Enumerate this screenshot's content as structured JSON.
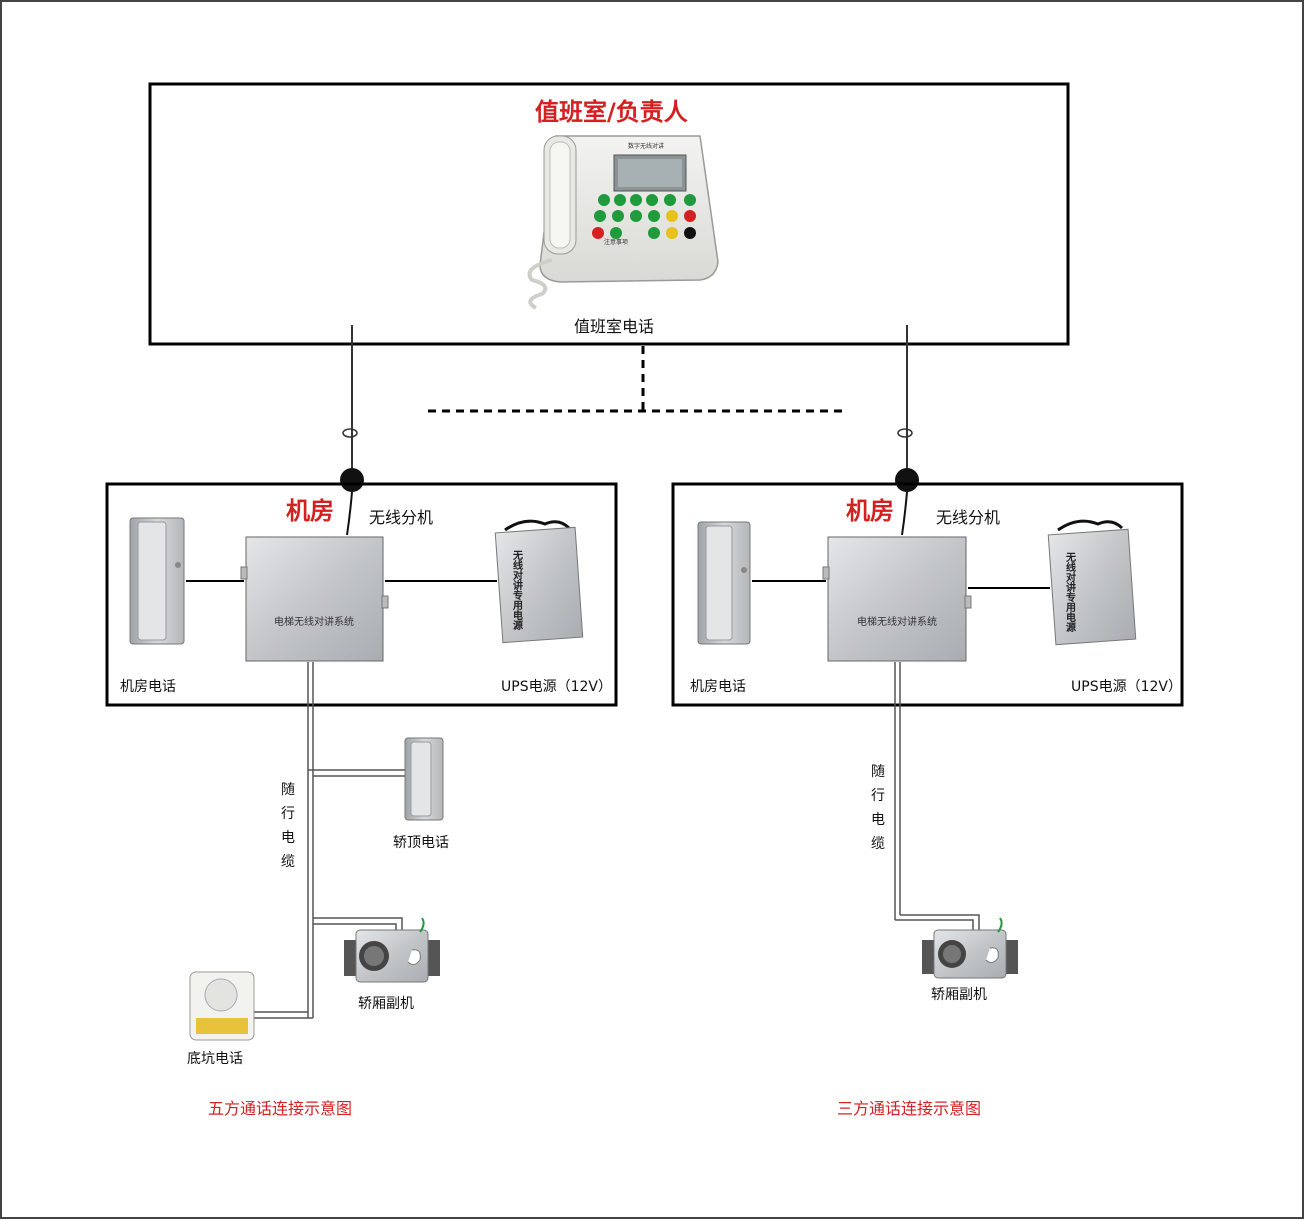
{
  "duty_room": {
    "heading": "值班室/负责人",
    "phone_label": "值班室电话",
    "phone_header_text": "数字无线对讲",
    "phone_note": "注意事项"
  },
  "left_system": {
    "room_title": "机房",
    "wireless_unit_label": "无线分机",
    "machine_room_phone_label": "机房电话",
    "ups_label": "UPS电源（12V）",
    "control_box_text": "电梯无线对讲系统",
    "ups_box_text": "无线对讲专用电源",
    "cable_label": [
      "随",
      "行",
      "电",
      "缆"
    ],
    "car_top_phone_label": "轿顶电话",
    "car_sub_unit_label": "轿厢副机",
    "pit_phone_label": "底坑电话",
    "caption": "五方通话连接示意图"
  },
  "right_system": {
    "room_title": "机房",
    "wireless_unit_label": "无线分机",
    "machine_room_phone_label": "机房电话",
    "ups_label": "UPS电源（12V）",
    "control_box_text": "电梯无线对讲系统",
    "ups_box_text": "无线对讲专用电源",
    "cable_label": [
      "随",
      "行",
      "电",
      "缆"
    ],
    "car_sub_unit_label": "轿厢副机",
    "caption": "三方通话连接示意图"
  },
  "colors": {
    "heading_red": "#d42020",
    "line": "#000000",
    "device_gray": "#c9ccce",
    "button_green": "#1f9a3c",
    "button_yellow": "#e6c21a",
    "button_red": "#d42020"
  }
}
